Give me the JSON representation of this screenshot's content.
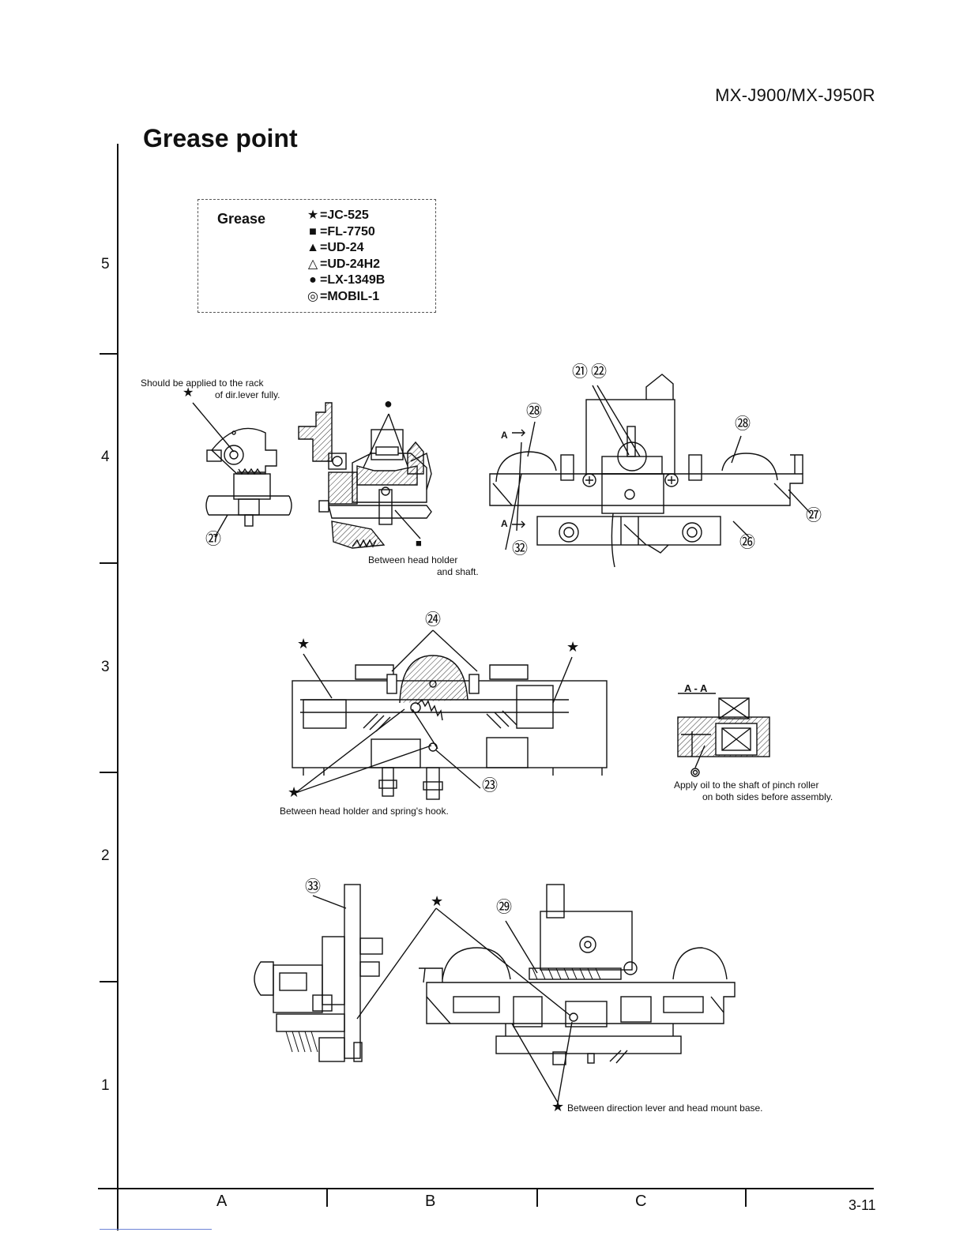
{
  "header": {
    "model": "MX-J900/MX-J950R",
    "title": "Grease point",
    "page": "3-11"
  },
  "legend": {
    "label": "Grease",
    "items": [
      {
        "symbol": "★",
        "icon": "star-icon",
        "text": "=JC-525"
      },
      {
        "symbol": "■",
        "icon": "square-icon",
        "text": "=FL-7750"
      },
      {
        "symbol": "▲",
        "icon": "triangle-icon",
        "text": "=UD-24"
      },
      {
        "symbol": "△",
        "icon": "open-triangle-icon",
        "text": "=UD-24H2"
      },
      {
        "symbol": "●",
        "icon": "circle-icon",
        "text": "=LX-1349B"
      },
      {
        "symbol": "◎",
        "icon": "double-circle-icon",
        "text": "=MOBIL-1"
      }
    ]
  },
  "grid": {
    "rows": [
      "5",
      "4",
      "3",
      "2",
      "1"
    ],
    "columns": [
      "A",
      "B",
      "C"
    ]
  },
  "notes": {
    "rack_line1": "Should be applied to the rack",
    "rack_line2": "of dir.lever fully.",
    "head_shaft_line1": "Between head holder",
    "head_shaft_line2": "and shaft.",
    "spring_hook": "Between head holder and spring's hook.",
    "section": "A - A",
    "pinch_line1": "Apply oil to  the shaft of pinch roller",
    "pinch_line2": "on both sides before assembly.",
    "direction_lever": "Between direction lever and head mount base."
  },
  "markers": {
    "m21": "㉑",
    "m22": "㉒",
    "m23": "㉓",
    "m24": "㉔",
    "m26": "㉖",
    "m27": "㉗",
    "m28": "㉘",
    "m29": "㉙",
    "m32": "㉜",
    "m33": "㉝",
    "section_arrow": "A",
    "star": "★",
    "square": "■",
    "circle": "●",
    "double_circle": "◎"
  }
}
